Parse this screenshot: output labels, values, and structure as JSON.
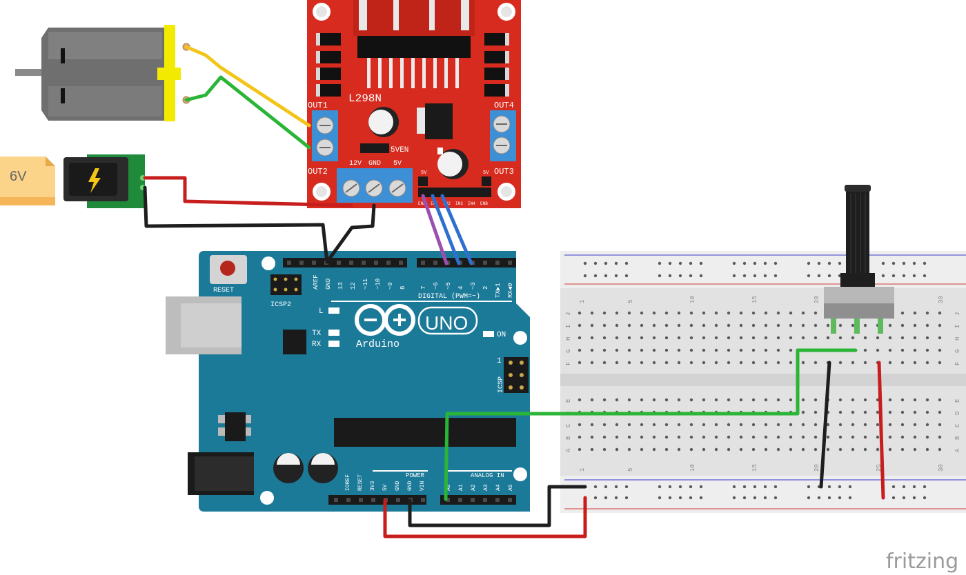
{
  "battery": {
    "label": "6V"
  },
  "driver": {
    "name": "L298N",
    "out1": "OUT1",
    "out2": "OUT2",
    "out3": "OUT3",
    "out4": "OUT4",
    "jumper": "5VEN",
    "power_pins": [
      "12V",
      "GND",
      "5V"
    ],
    "ctrl_small_left": "5V",
    "ctrl_small_right": "5V",
    "ctrl_pins": [
      "ENA",
      "IN1",
      "IN2",
      "IN3",
      "IN4",
      "ENB"
    ]
  },
  "arduino": {
    "reset": "RESET",
    "icsp2": "ICSP2",
    "icsp": "ICSP",
    "icsp_pin1": "1",
    "brand": "Arduino",
    "uno": "UNO",
    "led_l": "L",
    "led_tx": "TX",
    "led_rx": "RX",
    "led_on": "ON",
    "digital": "DIGITAL (PWM=~)",
    "top_pins_left": [
      "AREF",
      "GND",
      "13",
      "12",
      "~11",
      "~10",
      "~9",
      "8"
    ],
    "top_pins_right": [
      "7",
      "~6",
      "~5",
      "4",
      "~3",
      "2",
      "TX▶1",
      "RX◀0"
    ],
    "power": "POWER",
    "power_pins": [
      "IOREF",
      "RESET",
      "3V3",
      "5V",
      "GND",
      "GND",
      "VIN"
    ],
    "analog": "ANALOG IN",
    "analog_pins": [
      "A0",
      "A1",
      "A2",
      "A3",
      "A4",
      "A5"
    ]
  },
  "breadboard": {
    "col_numbers": [
      "1",
      "5",
      "10",
      "15",
      "20",
      "25",
      "30"
    ],
    "rows_top": [
      "J",
      "I",
      "H",
      "G",
      "F"
    ],
    "rows_bottom": [
      "E",
      "D",
      "C",
      "B",
      "A"
    ]
  },
  "watermark": "fritzing",
  "colors": {
    "driver_red": "#d62b1e",
    "arduino_teal": "#1c7a99",
    "wire_red": "#c81d1d",
    "wire_black": "#1e1e1e",
    "wire_yellow": "#f3c51a",
    "wire_green": "#2bb537",
    "wire_purple": "#9b4fb0",
    "wire_blue": "#2f6fcf",
    "terminal_blue": "#3d8fd6"
  }
}
